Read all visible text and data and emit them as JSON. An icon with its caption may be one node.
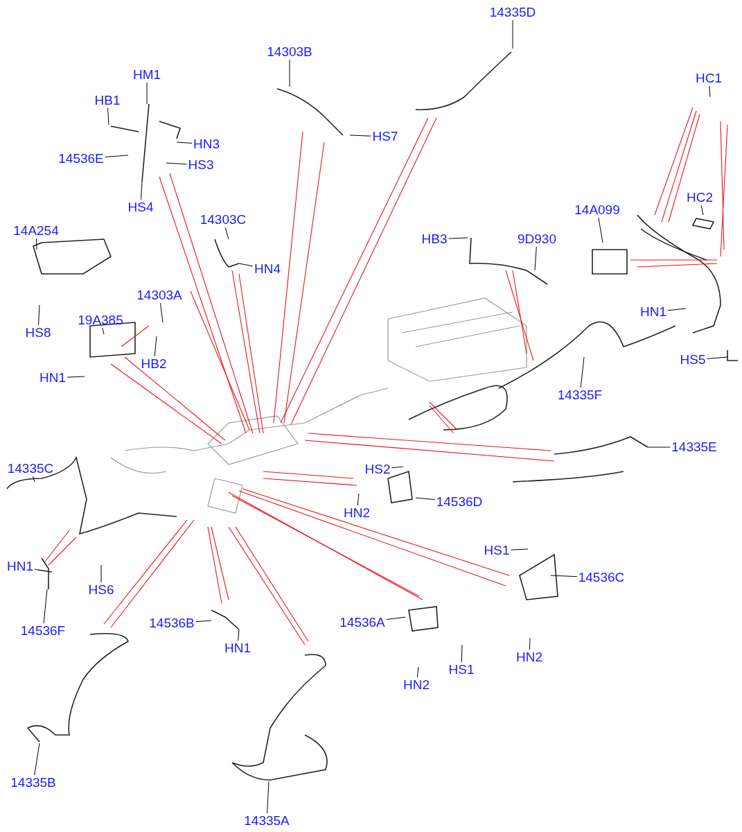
{
  "diagram": {
    "nodes": [
      {
        "text": [
          "14335D"
        ]
      },
      {
        "text": [
          "14303B"
        ]
      },
      {
        "text": [
          "HM1"
        ]
      },
      {
        "text": [
          "HB1"
        ]
      },
      {
        "text": [
          "HC1"
        ]
      },
      {
        "text": [
          "HN3"
        ]
      },
      {
        "text": [
          "HS7"
        ]
      },
      {
        "text": [
          "14536E"
        ]
      },
      {
        "text": [
          "HS3"
        ]
      },
      {
        "text": [
          "HS4"
        ]
      },
      {
        "text": [
          "14A254"
        ]
      },
      {
        "text": [
          "14303C"
        ]
      },
      {
        "text": [
          "14A099"
        ]
      },
      {
        "text": [
          "HC2"
        ]
      },
      {
        "text": [
          "HB3"
        ]
      },
      {
        "text": [
          "9D930"
        ]
      },
      {
        "text": [
          "HN4"
        ]
      },
      {
        "text": [
          "HS8"
        ]
      },
      {
        "text": [
          "14303A"
        ]
      },
      {
        "text": [
          "19A385"
        ]
      },
      {
        "text": [
          "HN1"
        ]
      },
      {
        "text": [
          "HB2"
        ]
      },
      {
        "text": [
          "HN1"
        ]
      },
      {
        "text": [
          "HS5"
        ]
      },
      {
        "text": [
          "14335F"
        ]
      },
      {
        "text": [
          "14335C"
        ]
      },
      {
        "text": [
          "14335E"
        ]
      },
      {
        "text": [
          "HS2"
        ]
      },
      {
        "text": [
          "HN2"
        ]
      },
      {
        "text": [
          "14536D"
        ]
      },
      {
        "text": [
          "HS1"
        ]
      },
      {
        "text": [
          "14536C"
        ]
      },
      {
        "text": [
          "HN1"
        ]
      },
      {
        "text": [
          "HS6"
        ]
      },
      {
        "text": [
          "14536F"
        ]
      },
      {
        "text": [
          "14536B"
        ]
      },
      {
        "text": [
          "14536A"
        ]
      },
      {
        "text": [
          "HN1"
        ]
      },
      {
        "text": [
          "HN2"
        ]
      },
      {
        "text": [
          "HS1"
        ]
      },
      {
        "text": [
          "HN2"
        ]
      },
      {
        "text": [
          "14335B"
        ]
      },
      {
        "text": [
          "14335A"
        ]
      }
    ],
    "edges": [
      {
        "from": 0,
        "to": null,
        "arrow": "none"
      },
      {
        "from": 1,
        "to": null,
        "arrow": "none"
      },
      {
        "from": 2,
        "to": null,
        "arrow": "none"
      },
      {
        "from": 3,
        "to": null,
        "arrow": "none"
      },
      {
        "from": 4,
        "to": null,
        "arrow": "none"
      },
      {
        "from": 5,
        "to": null,
        "arrow": "none"
      },
      {
        "from": 6,
        "to": null,
        "arrow": "none"
      },
      {
        "from": 7,
        "to": null,
        "arrow": "none"
      },
      {
        "from": 8,
        "to": null,
        "arrow": "none"
      },
      {
        "from": 9,
        "to": null,
        "arrow": "none"
      },
      {
        "from": 10,
        "to": null,
        "arrow": "none"
      },
      {
        "from": 11,
        "to": null,
        "arrow": "none"
      },
      {
        "from": 12,
        "to": null,
        "arrow": "none"
      },
      {
        "from": 13,
        "to": null,
        "arrow": "none"
      },
      {
        "from": 14,
        "to": null,
        "arrow": "none"
      },
      {
        "from": 15,
        "to": null,
        "arrow": "none"
      },
      {
        "from": 16,
        "to": null,
        "arrow": "none"
      },
      {
        "from": 17,
        "to": null,
        "arrow": "none"
      },
      {
        "from": 18,
        "to": null,
        "arrow": "none"
      },
      {
        "from": 19,
        "to": null,
        "arrow": "none"
      },
      {
        "from": 20,
        "to": null,
        "arrow": "none"
      },
      {
        "from": 21,
        "to": null,
        "arrow": "none"
      },
      {
        "from": 22,
        "to": null,
        "arrow": "none"
      },
      {
        "from": 23,
        "to": null,
        "arrow": "none"
      },
      {
        "from": 24,
        "to": null,
        "arrow": "none"
      },
      {
        "from": 25,
        "to": null,
        "arrow": "none"
      },
      {
        "from": 26,
        "to": null,
        "arrow": "none"
      },
      {
        "from": 27,
        "to": null,
        "arrow": "none"
      },
      {
        "from": 28,
        "to": null,
        "arrow": "none"
      },
      {
        "from": 29,
        "to": null,
        "arrow": "none"
      },
      {
        "from": 30,
        "to": null,
        "arrow": "none"
      },
      {
        "from": 31,
        "to": null,
        "arrow": "none"
      },
      {
        "from": 32,
        "to": null,
        "arrow": "none"
      },
      {
        "from": 33,
        "to": null,
        "arrow": "none"
      },
      {
        "from": 34,
        "to": null,
        "arrow": "none"
      },
      {
        "from": 35,
        "to": null,
        "arrow": "none"
      },
      {
        "from": 36,
        "to": null,
        "arrow": "none"
      },
      {
        "from": 37,
        "to": null,
        "arrow": "none"
      },
      {
        "from": 38,
        "to": null,
        "arrow": "none"
      },
      {
        "from": 39,
        "to": null,
        "arrow": "none"
      },
      {
        "from": 40,
        "to": null,
        "arrow": "none"
      },
      {
        "from": 41,
        "to": null,
        "arrow": "none"
      },
      {
        "from": 42,
        "to": null,
        "arrow": "none"
      }
    ]
  }
}
